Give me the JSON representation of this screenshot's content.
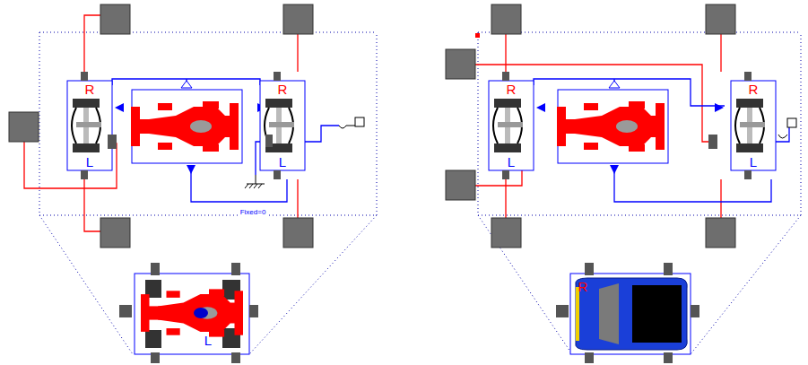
{
  "diagram": {
    "nodes": [
      {
        "text": [
          "R",
          "L"
        ]
      },
      {
        "text": [
          "R",
          "L"
        ]
      },
      {
        "text": [
          "R",
          "L"
        ]
      },
      {
        "text": [
          "R",
          "L"
        ]
      },
      {
        "text": [
          "L"
        ]
      },
      {
        "text": [
          "R"
        ]
      }
    ],
    "labels": [
      "Fixed=0"
    ]
  }
}
